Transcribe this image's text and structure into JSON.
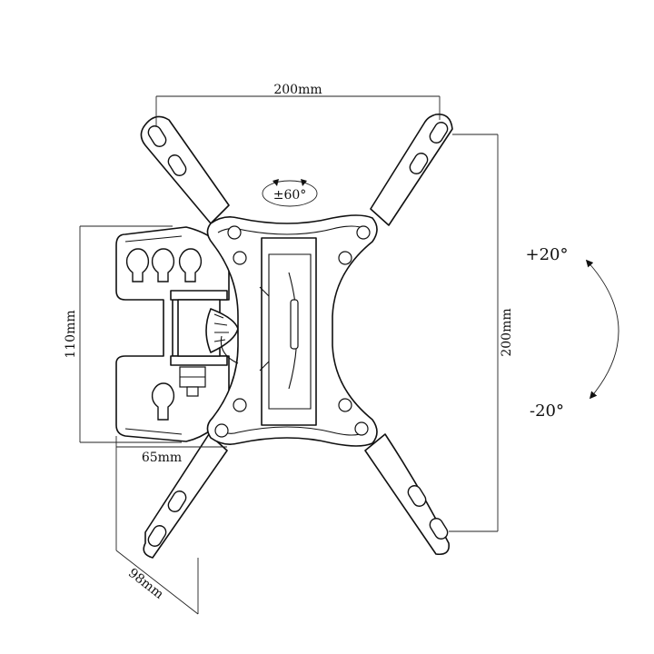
{
  "dimensions": {
    "top_width": "200mm",
    "right_height": "200mm",
    "left_height": "110mm",
    "bottom_depth": "65mm",
    "diagonal_extension": "98mm"
  },
  "swivel": {
    "label": "±60°"
  },
  "tilt": {
    "up": "+20°",
    "down": "-20°"
  },
  "icons": [
    "swivel-arrows-icon",
    "tilt-arc-arrow-icon"
  ]
}
